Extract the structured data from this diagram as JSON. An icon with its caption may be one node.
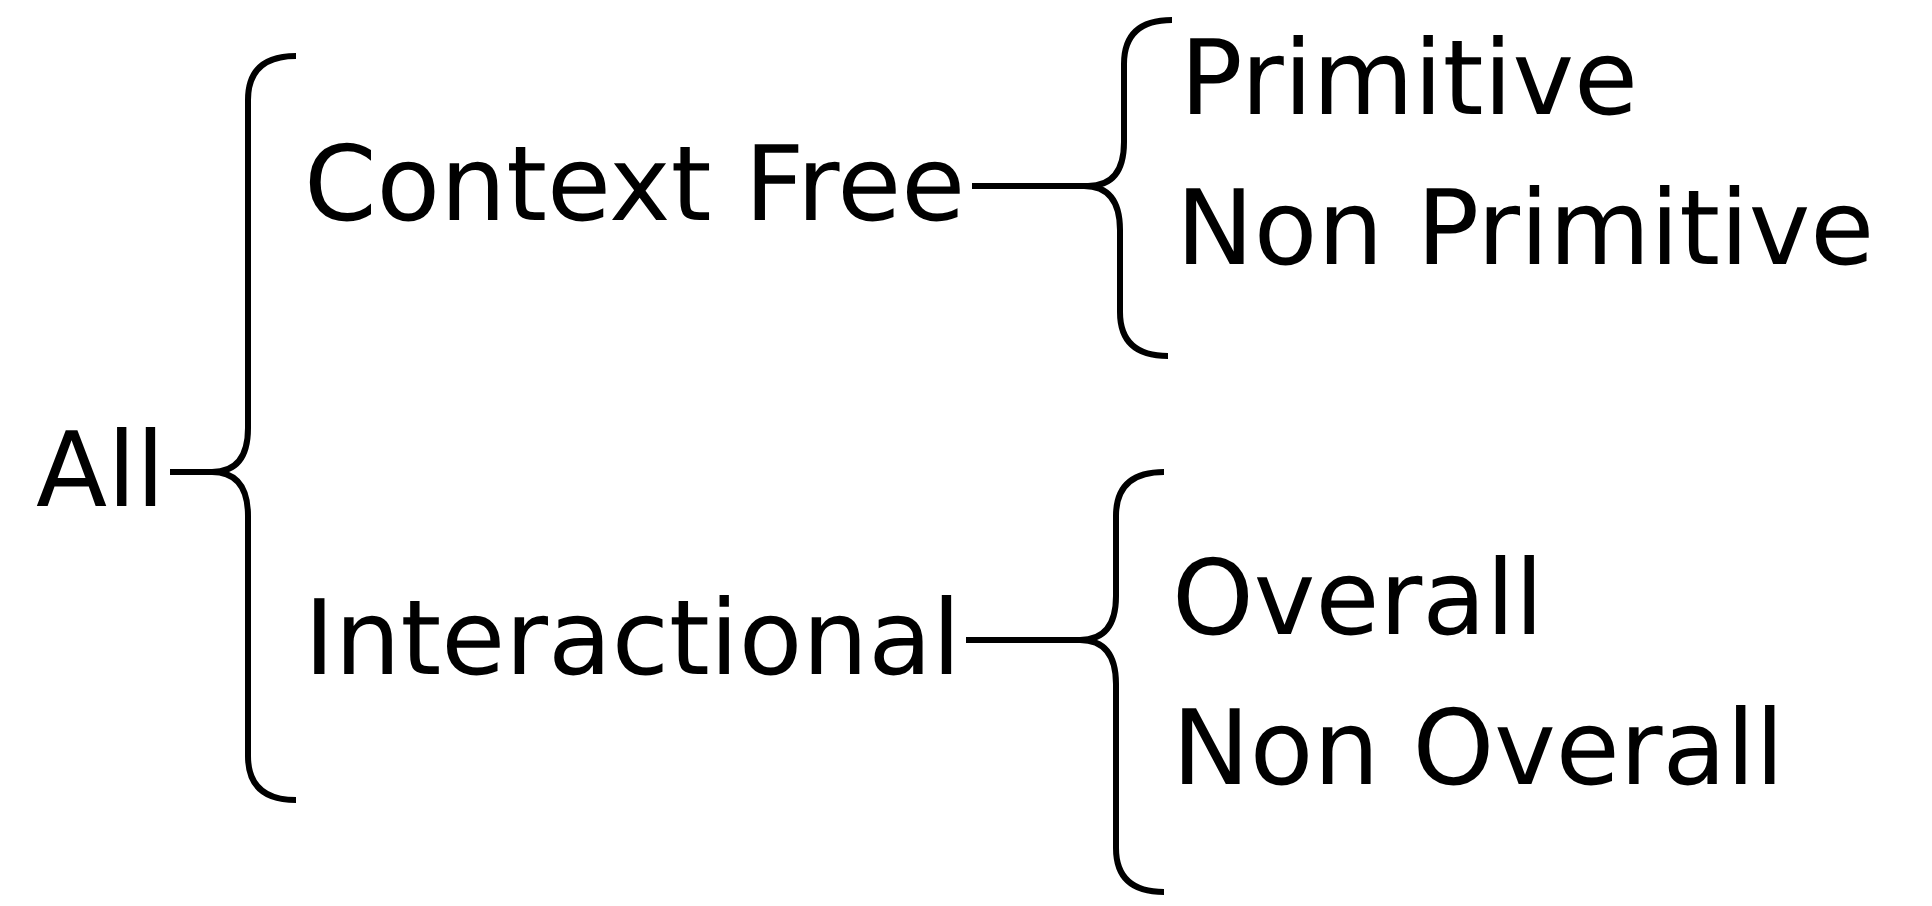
{
  "diagram": {
    "nodes": [
      {
        "text": [
          "All"
        ]
      },
      {
        "text": [
          "Context Free"
        ]
      },
      {
        "text": [
          "Interactional"
        ]
      },
      {
        "text": [
          "Primitive"
        ]
      },
      {
        "text": [
          "Non Primitive"
        ]
      },
      {
        "text": [
          "Overall"
        ]
      },
      {
        "text": [
          "Non Overall"
        ]
      }
    ],
    "edges": [
      {
        "from": 0,
        "to": 1,
        "arrow": "none"
      },
      {
        "from": 0,
        "to": 2,
        "arrow": "none"
      },
      {
        "from": 1,
        "to": 3,
        "arrow": "none"
      },
      {
        "from": 1,
        "to": 4,
        "arrow": "none"
      },
      {
        "from": 2,
        "to": 5,
        "arrow": "none"
      },
      {
        "from": 2,
        "to": 6,
        "arrow": "none"
      }
    ]
  }
}
